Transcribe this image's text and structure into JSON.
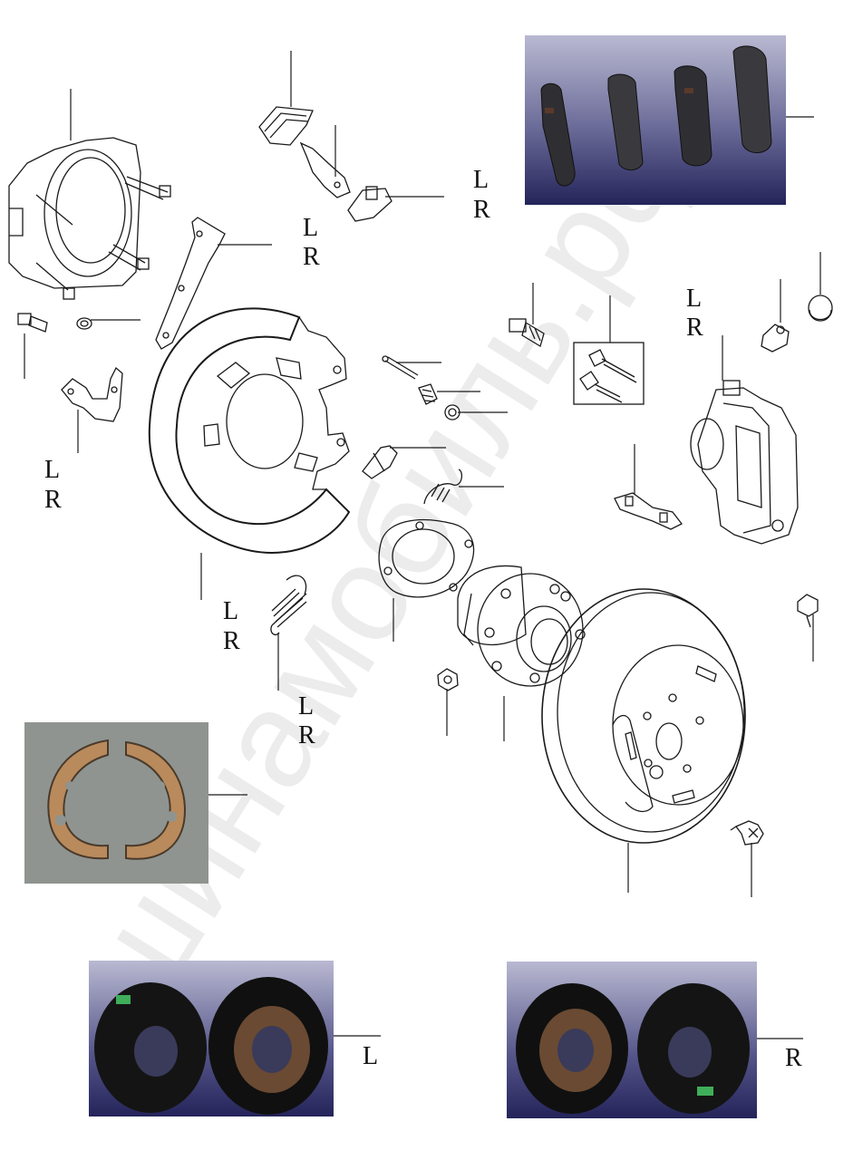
{
  "callouts": {
    "retainer_lr": [
      "L",
      "R"
    ],
    "bracket_lr": [
      "L",
      "R"
    ],
    "caliper_lr": [
      "L",
      "R"
    ],
    "lower_bracket_lr": [
      "L",
      "R"
    ],
    "shield_lr": [
      "L",
      "R"
    ],
    "spring_lr": [
      "L",
      "R"
    ],
    "assembly_left": "L",
    "assembly_right": "R"
  },
  "watermark": "шинамобиль.рф",
  "colors": {
    "line": "#1a1a1a",
    "photo_bg_top": "#b9b9d2",
    "photo_bg_bottom": "#24245a",
    "pad": "#2d2d2d",
    "shoe_lining": "#b98a5c",
    "shoe_photo_bg": "#8f9490",
    "watermark": "#e6e6e6"
  },
  "icons": [
    "brake-pad-set-photo",
    "parking-shoe-photo",
    "backing-plate-left-photo",
    "backing-plate-right-photo"
  ]
}
